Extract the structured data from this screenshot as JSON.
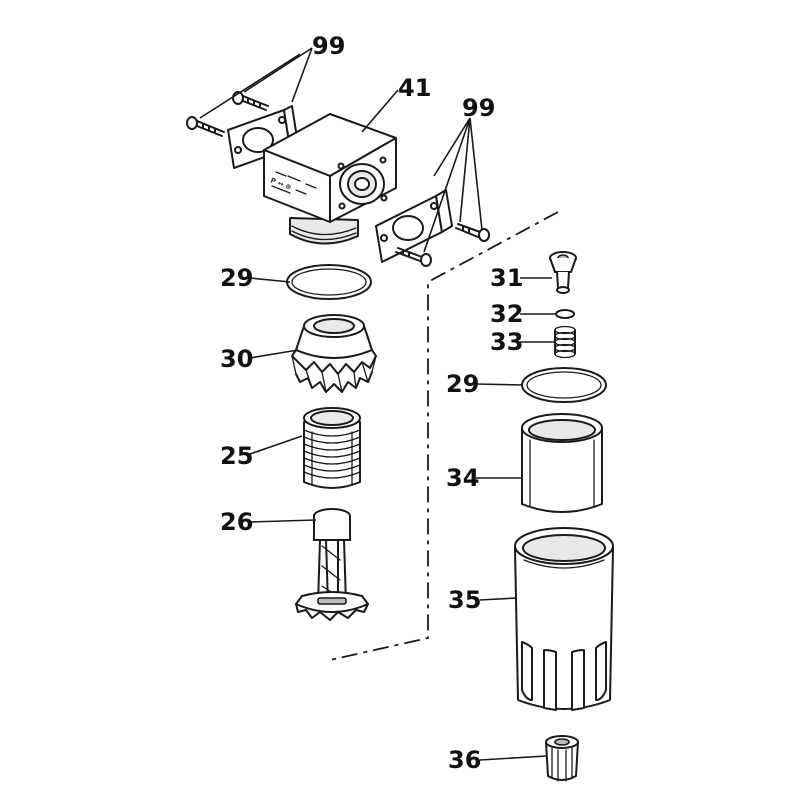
{
  "diagram": {
    "type": "exploded-parts-view",
    "parts": [
      {
        "id": "p99a",
        "number": "99"
      },
      {
        "id": "p41",
        "number": "41"
      },
      {
        "id": "p99b",
        "number": "99"
      },
      {
        "id": "p29a",
        "number": "29"
      },
      {
        "id": "p31",
        "number": "31"
      },
      {
        "id": "p32",
        "number": "32"
      },
      {
        "id": "p33",
        "number": "33"
      },
      {
        "id": "p30",
        "number": "30"
      },
      {
        "id": "p29b",
        "number": "29"
      },
      {
        "id": "p25",
        "number": "25"
      },
      {
        "id": "p34",
        "number": "34"
      },
      {
        "id": "p26",
        "number": "26"
      },
      {
        "id": "p35",
        "number": "35"
      },
      {
        "id": "p36",
        "number": "36"
      }
    ]
  }
}
